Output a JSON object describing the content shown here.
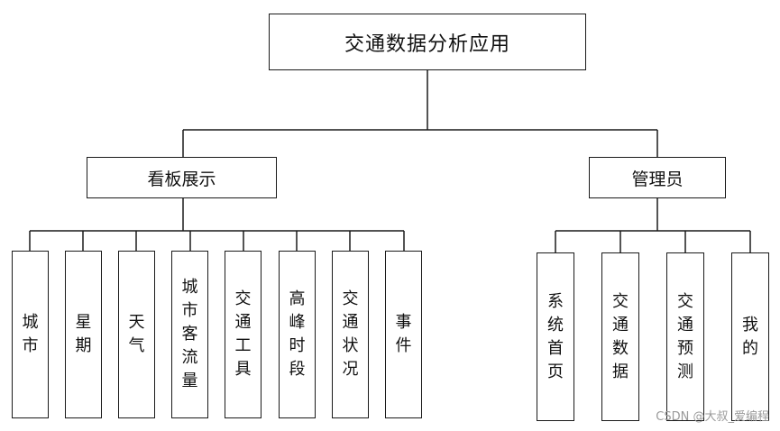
{
  "diagram": {
    "root": "交通数据分析应用",
    "branches": [
      {
        "label": "看板展示",
        "children": [
          "城市",
          "星期",
          "天气",
          "城市客流量",
          "交通工具",
          "高峰时段",
          "交通状况",
          "事件"
        ]
      },
      {
        "label": "管理员",
        "children": [
          "系统首页",
          "交通数据",
          "交通预测",
          "我的"
        ]
      }
    ]
  },
  "watermark": "CSDN @大叔_爱编程"
}
